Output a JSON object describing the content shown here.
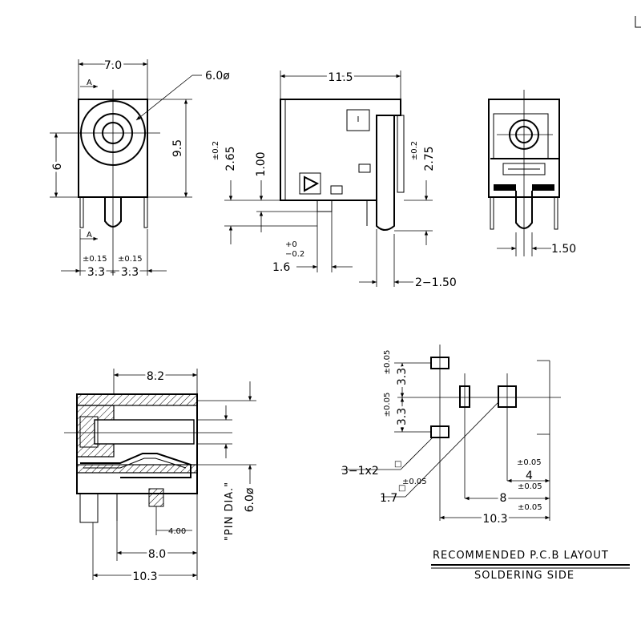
{
  "front_view": {
    "width_top": "7.0",
    "hole_dia": "6.0ø",
    "height_right": "9.5",
    "height_left": "6",
    "pin_left_tol": "±0.15",
    "pin_right_tol": "±0.15",
    "pin_left": "3.3",
    "pin_right": "3.3"
  },
  "side_view": {
    "length_top": "11.5",
    "left_tol": "±0.2",
    "left_h": "2.65",
    "mid_h": "1.00",
    "right_tol": "±0.2",
    "right_h": "2.75",
    "pin_tol_plus": "+0",
    "pin_tol_minus": "−0.2",
    "pin_w": "1.6",
    "pin_thk": "2−1.50",
    "box_mark": "I"
  },
  "rear_view": {
    "pin_w": "1.50"
  },
  "section_view": {
    "top_w": "8.2",
    "pin_dia_label": "\"PIN DIA.\"",
    "bore_dia": "6.0ø",
    "pin_pitch": "4.00",
    "base_pitch": "8.0",
    "total_w": "10.3"
  },
  "pcb_layout": {
    "tol1": "±0.05",
    "dim_v1": "3.3",
    "tol2": "±0.05",
    "dim_v2": "3.3",
    "hole_label": "3−1x2",
    "hole_label_sub": "□",
    "pad_label": "1.7",
    "pad_label_sub": "□",
    "pad_tol": "±0.05",
    "tol_4": "±0.05",
    "dim_4": "4",
    "tol_4b": "±0.05",
    "dim_8": "8",
    "tol_8": "±0.05",
    "dim_total": "10.3",
    "title": "RECOMMENDED P.C.B LAYOUT",
    "subtitle": "SOLDERING SIDE"
  }
}
